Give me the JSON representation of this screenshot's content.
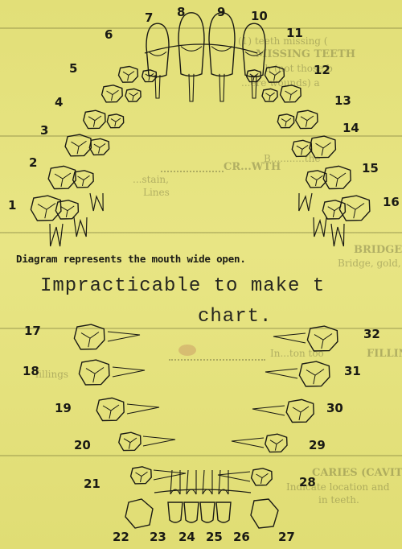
{
  "form_bleed": {
    "missing_teeth": "MISSING TEETH",
    "missing_line": "(1) teeth missing (",
    "missing_line2": "...h (not those b",
    "missing_line3": "...ere wounds) a",
    "crown_heading": "CR...WTH",
    "crown_line": "B...........the",
    "crown_line2": "...stain,",
    "crown_line3": "Lines",
    "bridge_heading": "BRIDGE WORK",
    "bridge_line": "Bridge, gold,",
    "filling_heading": "FILLING",
    "filling_line": "In...ton too",
    "filling_line2": "fillings",
    "caries_heading": "CARIES (CAVITY)",
    "caries_line": "Indicate location and",
    "caries_line2": "in teeth."
  },
  "upper_teeth": [
    {
      "n": "1",
      "label": "1"
    },
    {
      "n": "2",
      "label": "2"
    },
    {
      "n": "3",
      "label": "3"
    },
    {
      "n": "4",
      "label": "4"
    },
    {
      "n": "5",
      "label": "5"
    },
    {
      "n": "6",
      "label": "6"
    },
    {
      "n": "7",
      "label": "7"
    },
    {
      "n": "8",
      "label": "8"
    },
    {
      "n": "9",
      "label": "9"
    },
    {
      "n": "10",
      "label": "10"
    },
    {
      "n": "11",
      "label": "11"
    },
    {
      "n": "12",
      "label": "12"
    },
    {
      "n": "13",
      "label": "13"
    },
    {
      "n": "14",
      "label": "14"
    },
    {
      "n": "15",
      "label": "15"
    },
    {
      "n": "16",
      "label": "16"
    }
  ],
  "lower_teeth": [
    {
      "n": "17",
      "label": "17"
    },
    {
      "n": "18",
      "label": "18"
    },
    {
      "n": "19",
      "label": "19"
    },
    {
      "n": "20",
      "label": "20"
    },
    {
      "n": "21",
      "label": "21"
    },
    {
      "n": "22",
      "label": "22"
    },
    {
      "n": "23",
      "label": "23"
    },
    {
      "n": "24",
      "label": "24"
    },
    {
      "n": "25",
      "label": "25"
    },
    {
      "n": "26",
      "label": "26"
    },
    {
      "n": "27",
      "label": "27"
    },
    {
      "n": "28",
      "label": "28"
    },
    {
      "n": "29",
      "label": "29"
    },
    {
      "n": "30",
      "label": "30"
    },
    {
      "n": "31",
      "label": "31"
    },
    {
      "n": "32",
      "label": "32"
    }
  ],
  "caption": "Diagram represents the mouth wide open.",
  "typed_note": {
    "line1": "Impracticable to make t",
    "line2": "chart."
  },
  "colors": {
    "paper": "#e4e17c",
    "ink": "#1a1a14",
    "bleed": "#6b6b3c"
  }
}
